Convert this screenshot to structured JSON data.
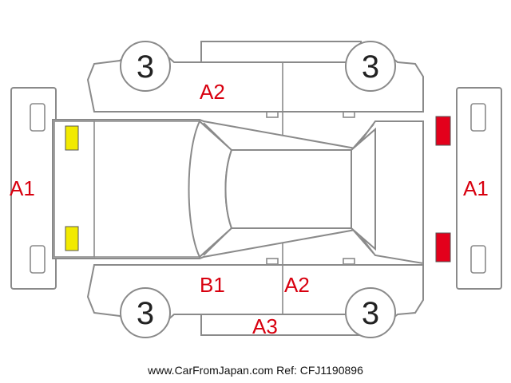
{
  "diagram": {
    "damage_marks": {
      "front_bumper": "A1",
      "rear_bumper": "A1",
      "right_front_door": "A2",
      "left_front_door": "A2",
      "left_front_pillar": "B1",
      "left_sill": "A3"
    },
    "tires": {
      "front_right": "3",
      "rear_right": "3",
      "front_left": "3",
      "rear_left": "3"
    },
    "lamp_colors": {
      "front": "#f2ea00",
      "rear": "#e3001b"
    }
  },
  "footer": {
    "text": "www.CarFromJapan.com Ref: CFJ1190896"
  }
}
